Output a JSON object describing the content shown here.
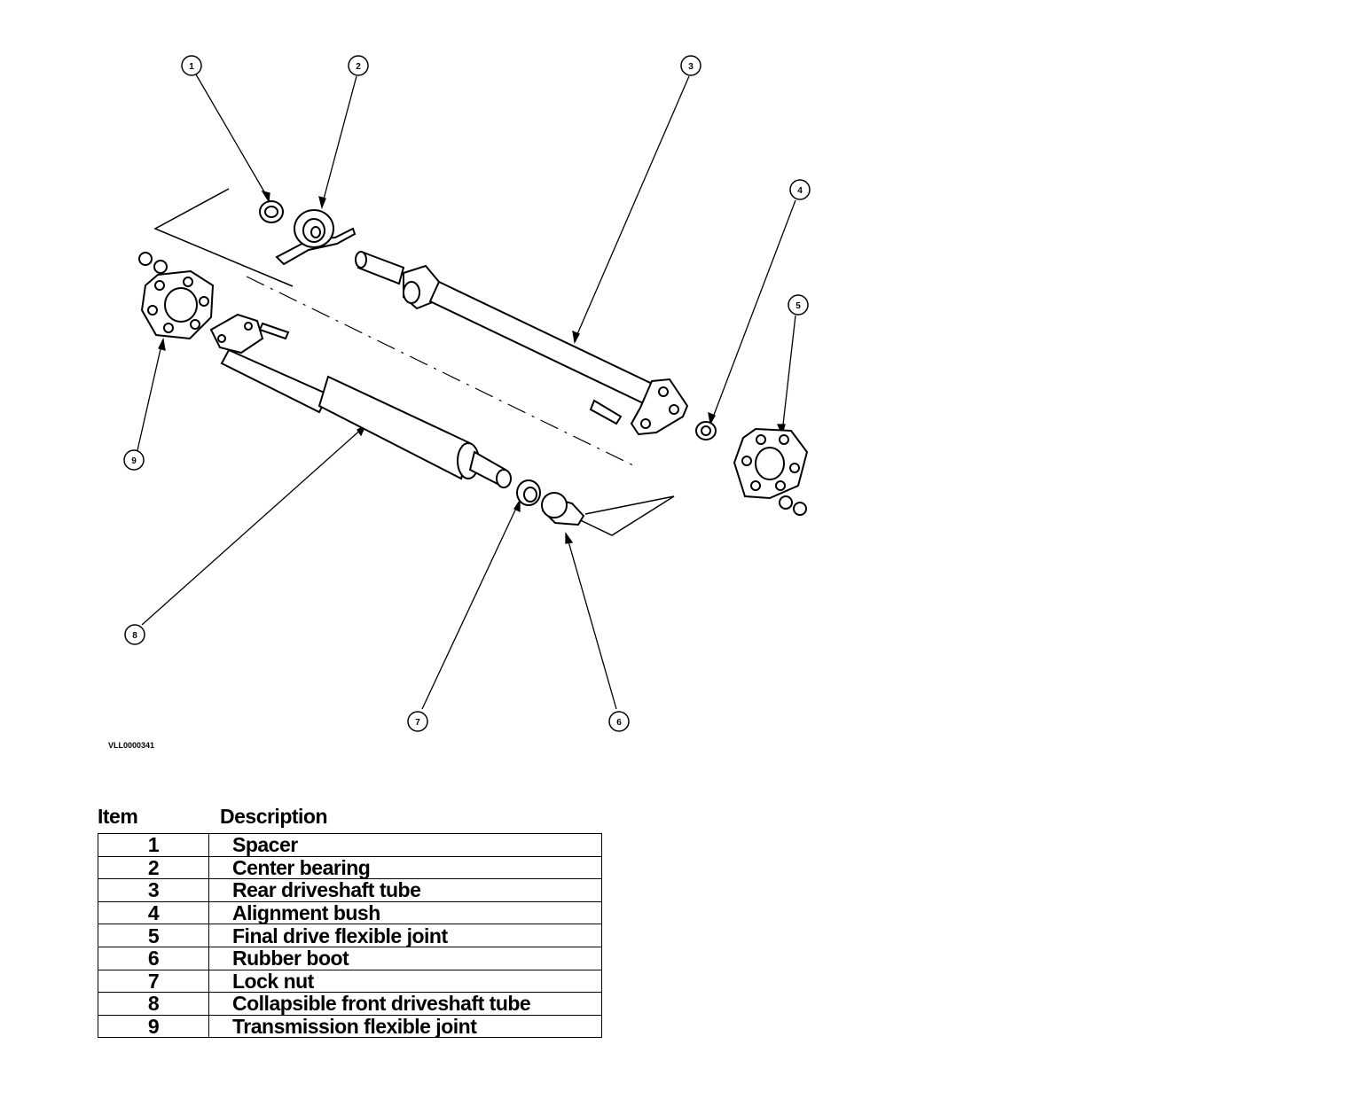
{
  "figure": {
    "id_label": "VLL0000341",
    "callouts": [
      "1",
      "2",
      "3",
      "4",
      "5",
      "6",
      "7",
      "8",
      "9"
    ]
  },
  "table": {
    "headers": {
      "item": "Item",
      "description": "Description"
    },
    "rows": [
      {
        "item": "1",
        "description": "Spacer"
      },
      {
        "item": "2",
        "description": "Center bearing"
      },
      {
        "item": "3",
        "description": "Rear driveshaft tube"
      },
      {
        "item": "4",
        "description": "Alignment bush"
      },
      {
        "item": "5",
        "description": "Final drive flexible joint"
      },
      {
        "item": "6",
        "description": "Rubber boot"
      },
      {
        "item": "7",
        "description": "Lock nut"
      },
      {
        "item": "8",
        "description": "Collapsible front driveshaft tube"
      },
      {
        "item": "9",
        "description": "Transmission flexible joint"
      }
    ]
  }
}
